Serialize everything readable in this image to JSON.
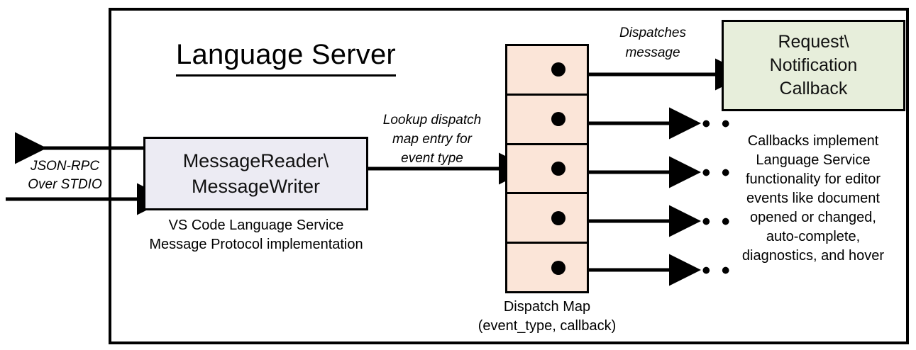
{
  "frame": {
    "title": "Language Server"
  },
  "reader": {
    "line1": "MessageReader\\",
    "line2": "MessageWriter",
    "caption_line1": "VS Code Language Service",
    "caption_line2": "Message Protocol implementation"
  },
  "io": {
    "label_line1": "JSON-RPC",
    "label_line2": "Over STDIO"
  },
  "lookup": {
    "line1": "Lookup dispatch",
    "line2": "map entry for",
    "line3": "event type"
  },
  "dispatches": {
    "line1": "Dispatches",
    "line2": "message"
  },
  "dispatch_map": {
    "caption_line1": "Dispatch Map",
    "caption_line2": "(event_type, callback)",
    "rows": [
      {
        "id": "row-1",
        "dot": "dot"
      },
      {
        "id": "row-2",
        "dot": "dot"
      },
      {
        "id": "row-3",
        "dot": "dot"
      },
      {
        "id": "row-4",
        "dot": "dot"
      },
      {
        "id": "row-5",
        "dot": "dot"
      }
    ]
  },
  "callback": {
    "line1": "Request\\",
    "line2": "Notification",
    "line3": "Callback",
    "caption_line1": "Callbacks implement",
    "caption_line2": "Language Service",
    "caption_line3": "functionality for editor",
    "caption_line4": "events like document",
    "caption_line5": "opened or changed,",
    "caption_line6": "auto-complete,",
    "caption_line7": "diagnostics, and hover"
  },
  "ellipses": {
    "glyph": "• • •",
    "items": [
      "row-2",
      "row-3",
      "row-4",
      "row-5"
    ]
  },
  "colors": {
    "reader_fill": "#ecebf3",
    "map_fill": "#fbe5d8",
    "callback_fill": "#e7eedb",
    "stroke": "#000000",
    "background": "#ffffff"
  }
}
